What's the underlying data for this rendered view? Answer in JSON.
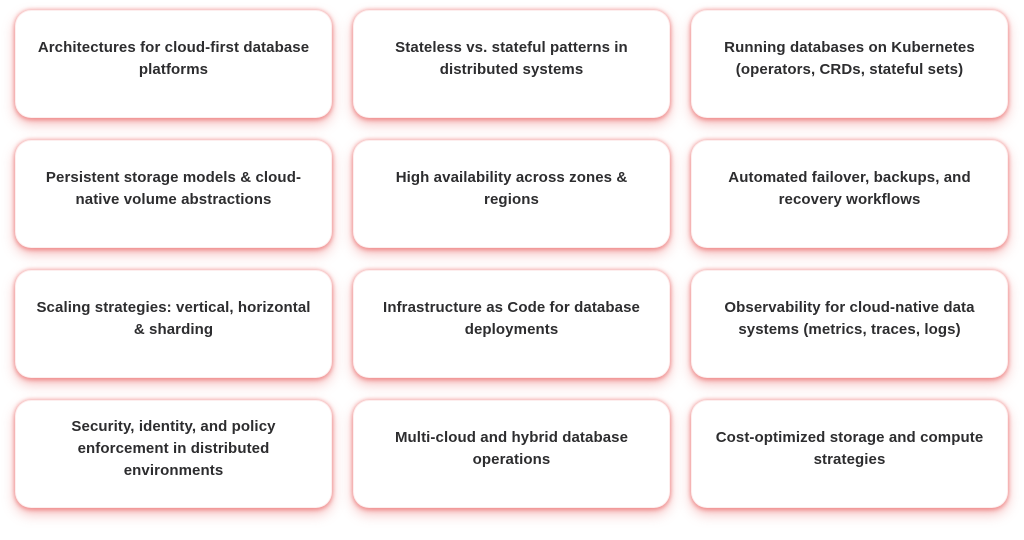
{
  "page": {
    "background_color": "#ffffff",
    "card_background_color": "#ffffff",
    "card_glow_color": "#e96a6a",
    "text_color": "#2d2d2f",
    "columns": 3,
    "rows": 4
  },
  "cards": [
    {
      "label": "Architectures for cloud-first database platforms"
    },
    {
      "label": "Stateless vs. stateful patterns in distributed systems"
    },
    {
      "label": "Running databases on Kubernetes (operators, CRDs, stateful sets)"
    },
    {
      "label": "Persistent storage models & cloud-native volume abstractions"
    },
    {
      "label": "High availability across zones & regions"
    },
    {
      "label": "Automated failover, backups, and recovery workflows"
    },
    {
      "label": "Scaling strategies: vertical, horizontal & sharding"
    },
    {
      "label": "Infrastructure as Code for database deployments"
    },
    {
      "label": "Observability for cloud-native data systems (metrics, traces, logs)"
    },
    {
      "label": "Security, identity, and policy enforcement in distributed environments"
    },
    {
      "label": "Multi-cloud and hybrid database operations"
    },
    {
      "label": "Cost-optimized storage and compute strategies"
    }
  ]
}
